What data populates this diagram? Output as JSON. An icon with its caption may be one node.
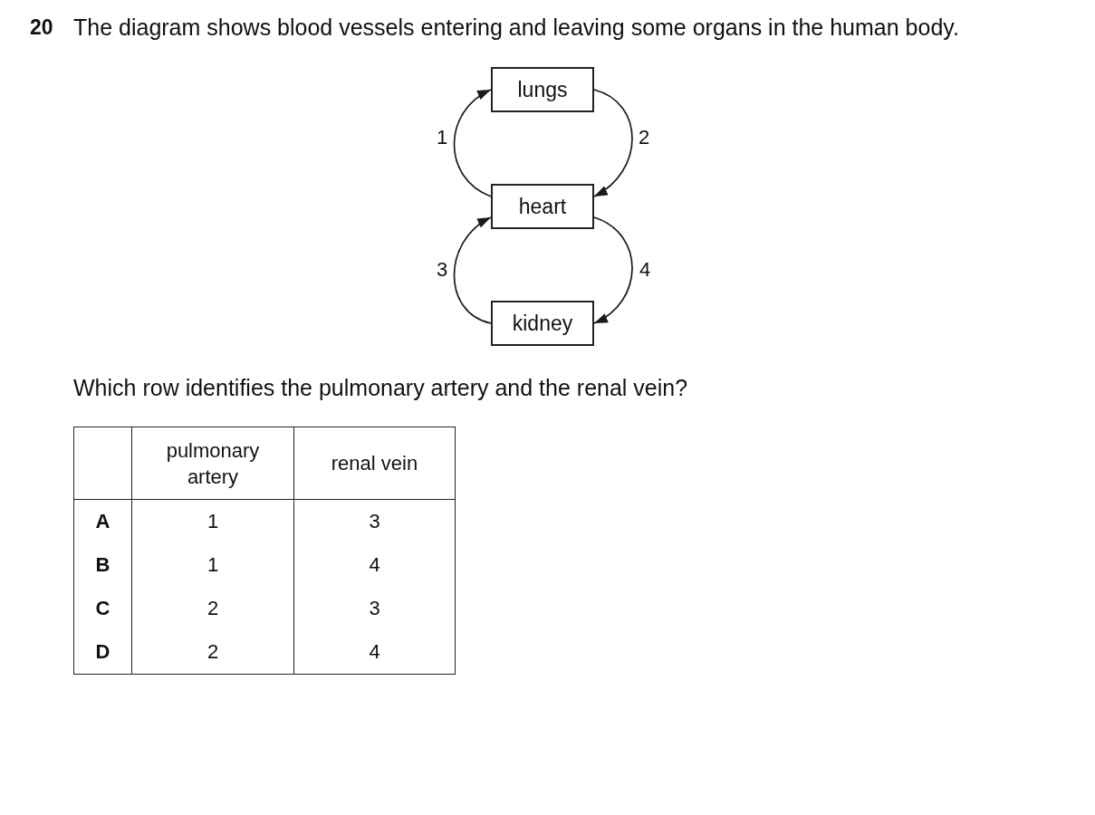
{
  "diagram": {
    "title": "The diagram shows blood vessels entering and leaving some organs in the human body.",
    "nodes": [
      {
        "text": [
          "lungs"
        ]
      },
      {
        "text": [
          "heart"
        ]
      },
      {
        "text": [
          "kidney"
        ]
      }
    ],
    "edges": [
      {
        "from": 1,
        "to": 0,
        "arrow": "to",
        "label": "1"
      },
      {
        "from": 0,
        "to": 1,
        "arrow": "to",
        "label": "2"
      },
      {
        "from": 2,
        "to": 1,
        "arrow": "to",
        "label": "3"
      },
      {
        "from": 1,
        "to": 2,
        "arrow": "to",
        "label": "4"
      }
    ],
    "labels": [
      "20",
      "Which row identifies the pulmonary artery and the renal vein?",
      "pulmonary artery",
      "renal vein",
      "A",
      "1",
      "3",
      "B",
      "1",
      "4",
      "C",
      "2",
      "3",
      "D",
      "2",
      "4"
    ]
  }
}
